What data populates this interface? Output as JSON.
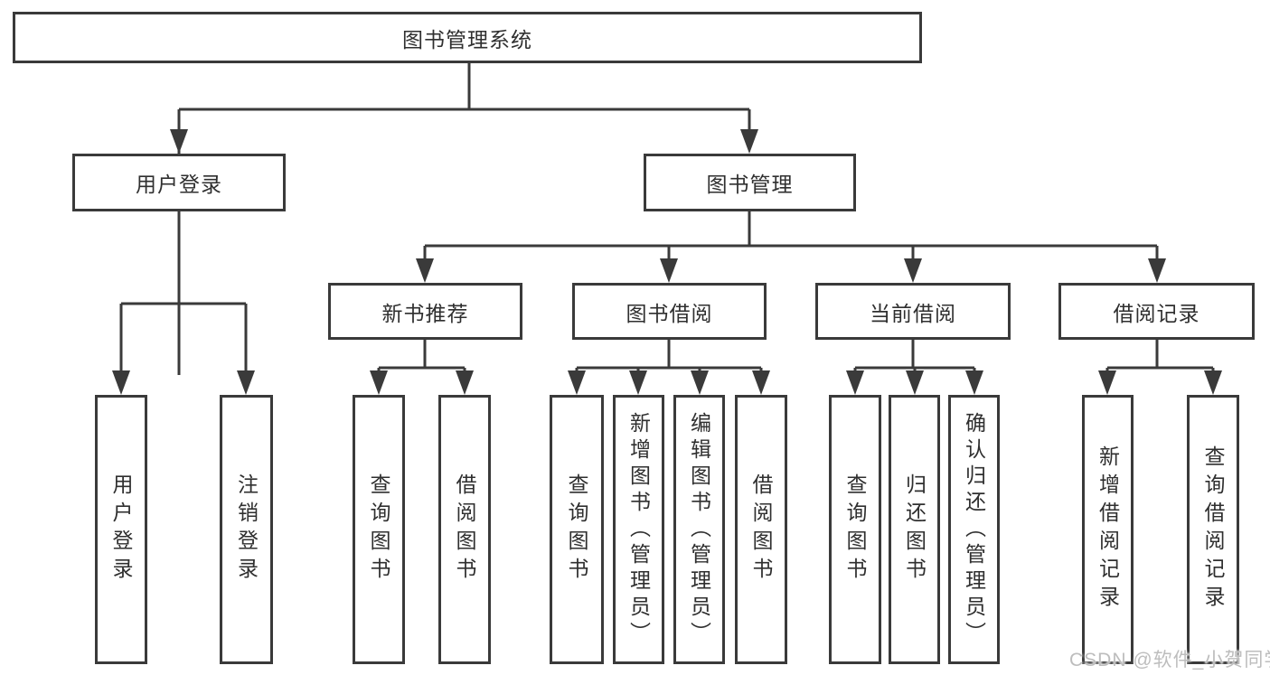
{
  "diagram": {
    "root": "图书管理系统",
    "branches": [
      {
        "label": "用户登录",
        "children": [
          "用户登录",
          "注销登录"
        ]
      },
      {
        "label": "图书管理",
        "children": [
          {
            "label": "新书推荐",
            "children": [
              "查询图书",
              "借阅图书"
            ]
          },
          {
            "label": "图书借阅",
            "children": [
              "查询图书",
              "新增图书（管理员）",
              "编辑图书（管理员）",
              "借阅图书"
            ]
          },
          {
            "label": "当前借阅",
            "children": [
              "查询图书",
              "归还图书",
              "确认归还（管理员）"
            ]
          },
          {
            "label": "借阅记录",
            "children": [
              "新增借阅记录",
              "查询借阅记录"
            ]
          }
        ]
      }
    ]
  },
  "watermark": "CSDN @软件_小贺同学",
  "colors": {
    "line": "#3a3a3a",
    "border": "#3a3a3a",
    "text": "#2f2f2f",
    "watermark": "#bdbdbd",
    "background": "#ffffff"
  }
}
